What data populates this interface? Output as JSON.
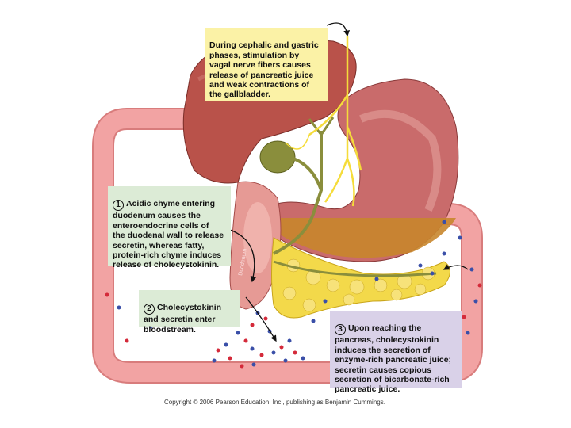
{
  "labels": {
    "cephalic_text": "During cephalic and gastric\nphases, stimulation by\nvagal nerve fibers causes\nrelease of pancreatic juice\nand weak contractions of\nthe gallbladder.",
    "step1_number": "1",
    "step1_text": "Acidic chyme entering\nduodenum causes the\nenteroendocrine cells of\nthe duodenal wall to release\nsecretin, whereas fatty,\nprotein-rich chyme induces\nrelease of cholecystokinin.",
    "step2_number": "2",
    "step2_text": "Cholecystokinin\nand secretin enter\nbloodstream.",
    "step3_number": "3",
    "step3_text": "Upon reaching the\npancreas, cholecystokinin\ninduces the secretion of\nenzyme-rich pancreatic juice;\nsecretin causes copious\nsecretion of bicarbonate-rich\npancreatic juice.",
    "duct_label": "Duodenum",
    "copyright": "Copyright © 2006 Pearson Education, Inc., publishing as Benjamin Cummings."
  },
  "colors": {
    "vessel": "#f2a3a3",
    "vessel_edge": "#d87c7c",
    "liver": "#b9524a",
    "stomach": "#c96b6b",
    "chyme": "#c8862c",
    "gallbladder": "#8a8e3c",
    "pancreas": "#f3d94a",
    "nerve": "#f5dc3a",
    "secretin_dot": "#d42a3a",
    "cck_dot": "#3a4fa8",
    "box_yellow": "#fbf2a6",
    "box_green": "#dcebd6",
    "box_purple": "#d9d1e8"
  }
}
